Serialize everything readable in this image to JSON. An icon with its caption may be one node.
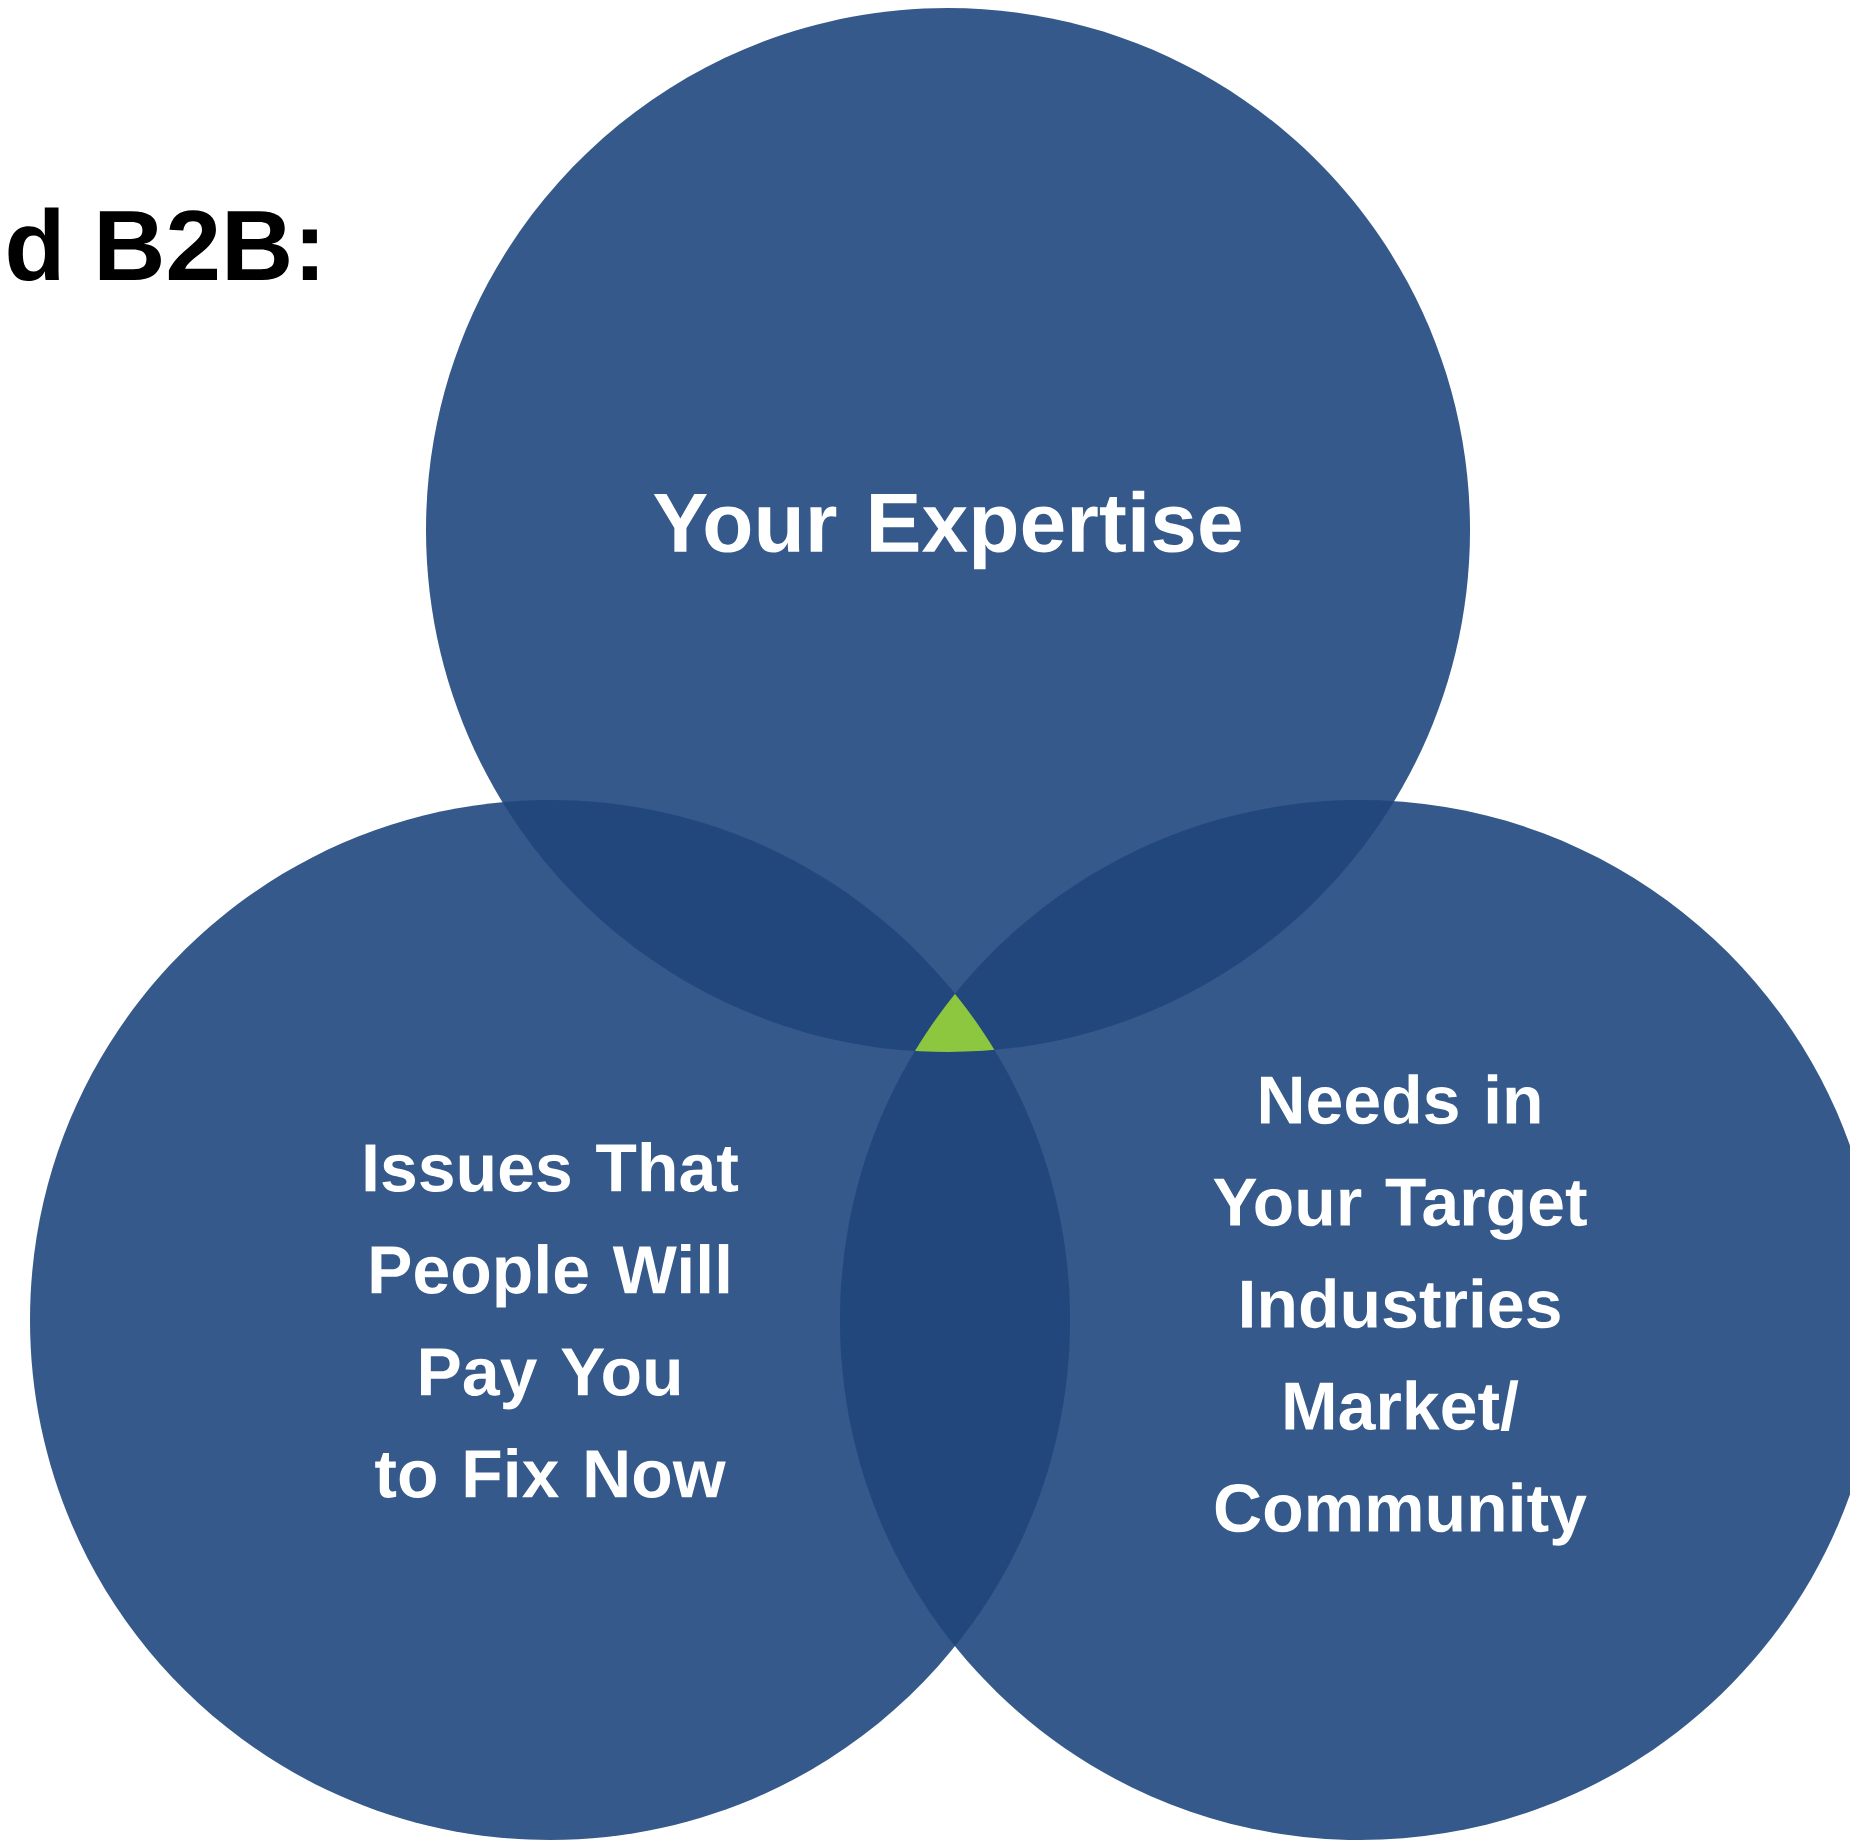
{
  "diagram": {
    "title": "d B2B:",
    "nodes": [
      {
        "text": [
          "Your Expertise"
        ]
      },
      {
        "text": [
          "Issues That People Will Pay You to Fix Now"
        ]
      },
      {
        "text": [
          "Needs in Your Target Industries Market/ Community"
        ]
      }
    ]
  }
}
